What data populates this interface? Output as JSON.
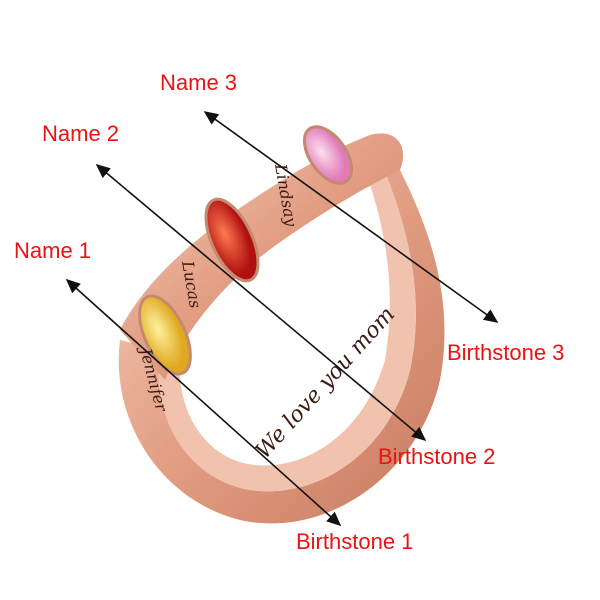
{
  "labels": {
    "name1": "Name 1",
    "name2": "Name 2",
    "name3": "Name 3",
    "birthstone1": "Birthstone 1",
    "birthstone2": "Birthstone 2",
    "birthstone3": "Birthstone 3"
  },
  "engravings": {
    "name1": "Jennifer",
    "name2": "Lucas",
    "name3": "Lindsay",
    "inner": "We love you mom"
  },
  "colors": {
    "label": "#ee1111",
    "gold": "#e8a88e",
    "stone1": "#f2c73a",
    "stone2": "#d4201c",
    "stone3": "#f0a6cf"
  }
}
